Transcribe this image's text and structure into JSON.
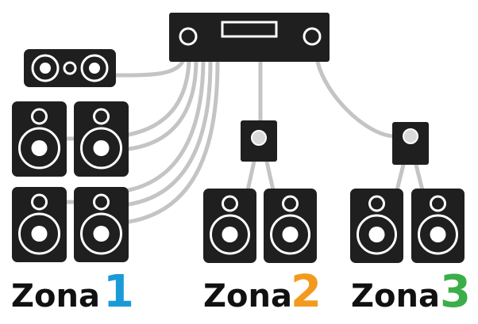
{
  "zones": [
    {
      "word": "Zona",
      "number": "1",
      "color": "#1a9ad6"
    },
    {
      "word": "Zona",
      "number": "2",
      "color": "#f39a1e"
    },
    {
      "word": "Zona",
      "number": "3",
      "color": "#3cae49"
    }
  ],
  "colors": {
    "device": "#1f1f1f",
    "cable": "#c4c4c4",
    "display": "#333333",
    "text": "#111111"
  },
  "icons": [
    "av-receiver-icon",
    "center-speaker-icon",
    "bookshelf-speaker-icon",
    "amplifier-icon"
  ]
}
